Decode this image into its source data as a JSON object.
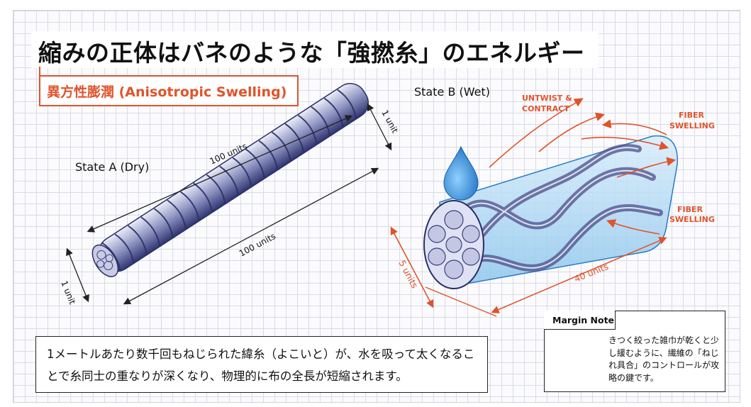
{
  "title": "縮みの正体はバネのような「強撚糸」のエネルギー",
  "callout": "異方性膨潤 (Anisotropic Swelling)",
  "state_a": {
    "label": "State A (Dry)",
    "dim_top": "1 unit",
    "dim_left": "1 unit",
    "length_upper": "100 units",
    "length_lower": "100 units"
  },
  "state_b": {
    "label": "State B (Wet)",
    "ann_untwist": [
      "UNTWIST &",
      "CONTRACT"
    ],
    "ann_fiber1": [
      "FIBER",
      "SWELLING"
    ],
    "ann_fiber2": [
      "FIBER",
      "SWELLING"
    ],
    "dim_diameter": "5 units",
    "dim_length": "40 units"
  },
  "description": "1メートルあたり数千回もねじられた緯糸（よこいと）が、水を吸って太くなることで糸同士の重なりが深くなり、物理的に布の全長が短縮されます。",
  "margin_note": {
    "title": "Margin Note",
    "text": "きつく絞った雑巾が乾くと少し緩むように、繊維の「ねじれ具合」のコントロールが攻略の鍵です。"
  },
  "colors": {
    "accent": "#e0532c",
    "yarn": "#4a4f8c",
    "water": "#2e86d4",
    "swell_tube": "#bfe0f6"
  }
}
